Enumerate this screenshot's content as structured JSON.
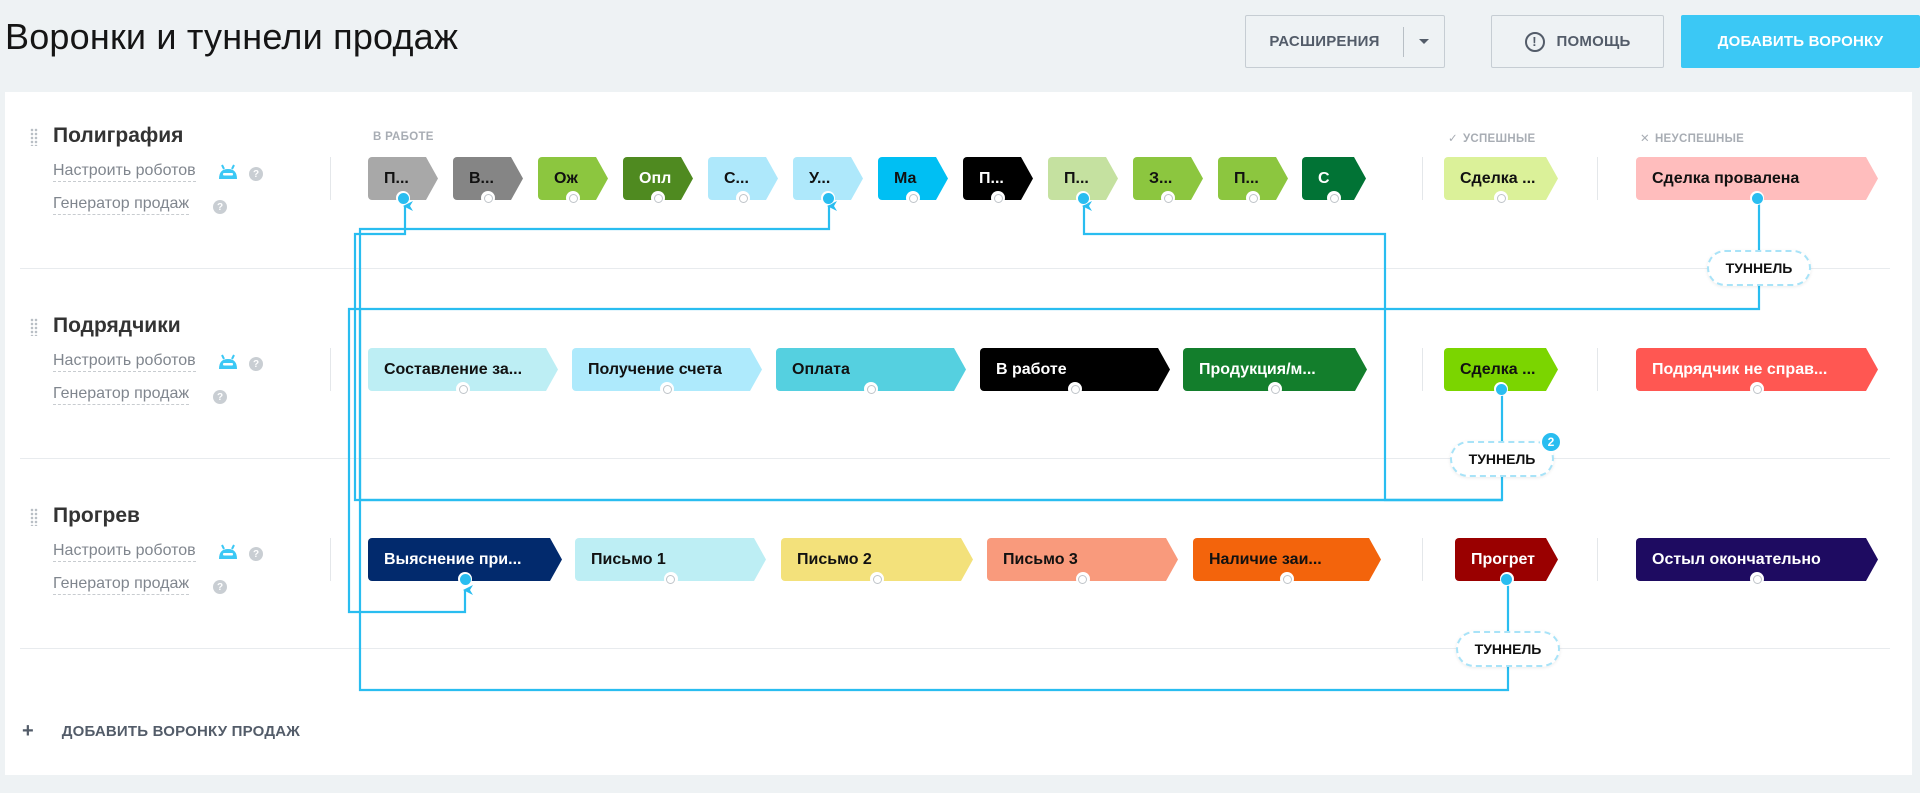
{
  "header": {
    "title": "Воронки и туннели продаж",
    "extensions_label": "Расширения",
    "help_label": "Помощь",
    "add_funnel_label": "Добавить воронку"
  },
  "column_labels": {
    "in_work": "В работе",
    "success": "Успешные",
    "fail": "Неуспешные",
    "success_icon": "check-icon",
    "fail_icon": "cross-icon"
  },
  "funnels": [
    {
      "title": "Полиграфия",
      "robots_label": "Настроить роботов",
      "generator_label": "Генератор продаж",
      "stages": [
        {
          "label": "П...",
          "color": "#a8a8a8",
          "text_color": "#111111",
          "active": true
        },
        {
          "label": "В...",
          "color": "#858585",
          "text_color": "#111111",
          "active": false
        },
        {
          "label": "Ож",
          "color": "#8cc63f",
          "text_color": "#111111",
          "active": false
        },
        {
          "label": "Опл",
          "color": "#4f8a20",
          "text_color": "#ffffff",
          "active": false
        },
        {
          "label": "С...",
          "color": "#aee8fb",
          "text_color": "#111111",
          "active": false
        },
        {
          "label": "У...",
          "color": "#aee8fb",
          "text_color": "#111111",
          "active": true
        },
        {
          "label": "Ма",
          "color": "#00bff3",
          "text_color": "#111111",
          "active": false
        },
        {
          "label": "П...",
          "color": "#000000",
          "text_color": "#ffffff",
          "active": false
        },
        {
          "label": "П...",
          "color": "#c5e1a0",
          "text_color": "#111111",
          "active": true
        },
        {
          "label": "З...",
          "color": "#8cc63f",
          "text_color": "#111111",
          "active": false
        },
        {
          "label": "П...",
          "color": "#8cc63f",
          "text_color": "#111111",
          "active": false
        },
        {
          "label": "С",
          "color": "#017335",
          "text_color": "#ffffff",
          "active": false
        }
      ],
      "success": {
        "label": "Сделка ...",
        "color": "#dbf199",
        "text_color": "#111111",
        "active": false
      },
      "fail": {
        "label": "Сделка провалена",
        "color": "#ffbdbd",
        "text_color": "#111111",
        "active": true
      },
      "tunnel": {
        "label": "Туннель",
        "count": null
      }
    },
    {
      "title": "Подрядчики",
      "robots_label": "Настроить роботов",
      "generator_label": "Генератор продаж",
      "stages": [
        {
          "label": "Составление за...",
          "color": "#bdeef4",
          "text_color": "#111111",
          "active": false
        },
        {
          "label": "Получение счета",
          "color": "#aeeafc",
          "text_color": "#111111",
          "active": false
        },
        {
          "label": "Оплата",
          "color": "#55d0e0",
          "text_color": "#111111",
          "active": false
        },
        {
          "label": "В работе",
          "color": "#000000",
          "text_color": "#ffffff",
          "active": false
        },
        {
          "label": "Продукция/м...",
          "color": "#137e2c",
          "text_color": "#ffffff",
          "active": false
        }
      ],
      "success": {
        "label": "Сделка ...",
        "color": "#7bd500",
        "text_color": "#111111",
        "active": true
      },
      "fail": {
        "label": "Подрядчик не справ...",
        "color": "#ff5752",
        "text_color": "#ffffff",
        "active": false
      },
      "tunnel": {
        "label": "Туннель",
        "count": "2"
      }
    },
    {
      "title": "Прогрев",
      "robots_label": "Настроить роботов",
      "generator_label": "Генератор продаж",
      "stages": [
        {
          "label": "Выяснение при...",
          "color": "#022a6d",
          "text_color": "#ffffff",
          "active": true
        },
        {
          "label": "Письмо 1",
          "color": "#bdeef4",
          "text_color": "#111111",
          "active": false
        },
        {
          "label": "Письмо 2",
          "color": "#f3e17b",
          "text_color": "#111111",
          "active": false
        },
        {
          "label": "Письмо 3",
          "color": "#f99a7c",
          "text_color": "#111111",
          "active": false
        },
        {
          "label": "Наличие заи...",
          "color": "#f3640c",
          "text_color": "#111111",
          "active": false
        }
      ],
      "success": {
        "label": "Прогрет",
        "color": "#9a0000",
        "text_color": "#ffffff",
        "active": true
      },
      "fail": {
        "label": "Остыл окончательно",
        "color": "#1e0b61",
        "text_color": "#ffffff",
        "active": false
      },
      "tunnel": {
        "label": "Туннель",
        "count": null
      }
    }
  ],
  "footer": {
    "add_sales_funnel_label": "Добавить воронку продаж"
  },
  "colors": {
    "accent": "#3bc8f5",
    "connector": "#29bdf0",
    "background": "#eef2f4"
  }
}
